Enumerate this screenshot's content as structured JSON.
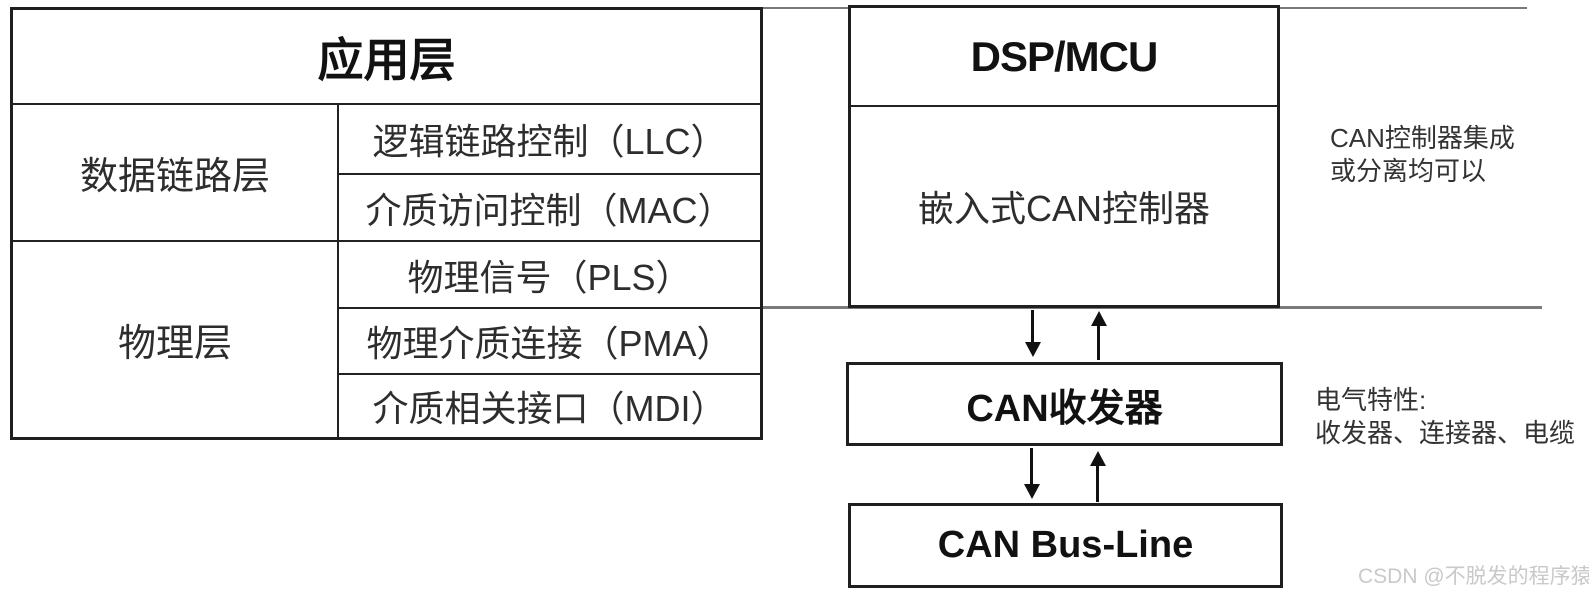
{
  "diagram": {
    "layers_table": {
      "application_layer": "应用层",
      "data_link_group": "数据链路层",
      "llc": "逻辑链路控制（LLC）",
      "mac": "介质访问控制（MAC）",
      "physical_group": "物理层",
      "pls": "物理信号（PLS）",
      "pma": "物理介质连接（PMA）",
      "mdi": "介质相关接口（MDI）"
    },
    "dsp_box": {
      "title": "DSP/MCU",
      "controller": "嵌入式CAN控制器"
    },
    "transceiver_box": {
      "label": "CAN收发器"
    },
    "bus_box": {
      "label": "CAN Bus-Line"
    },
    "notes": {
      "controller_note": [
        "CAN控制器集成",
        "或分离均可以"
      ],
      "electrical_note": [
        "电气特性:",
        "收发器、连接器、电缆"
      ]
    },
    "watermark": "CSDN @不脱发的程序猿"
  },
  "colors": {
    "border": "#1f1f1f",
    "thin_line": "#7a7a7a",
    "text": "#2d2d2d",
    "watermark": "#c9c9c9"
  }
}
